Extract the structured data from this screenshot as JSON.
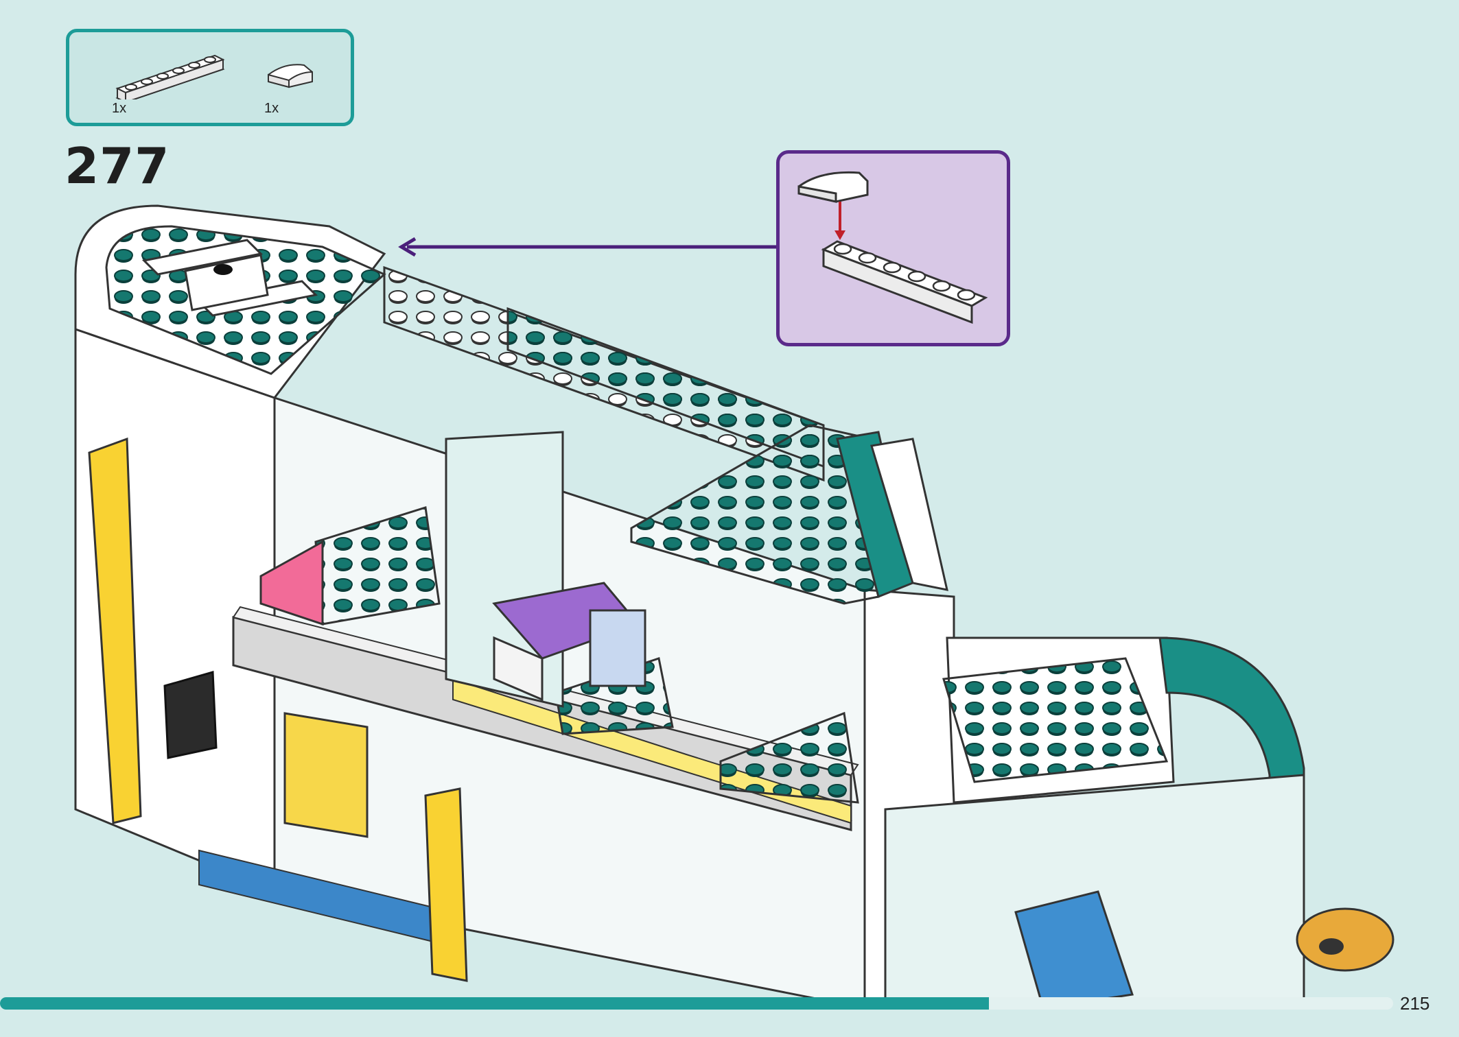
{
  "parts_list": {
    "items": [
      {
        "icon": "white-plate-1x6-icon",
        "quantity": "1x"
      },
      {
        "icon": "white-curved-slope-icon",
        "quantity": "1x"
      }
    ]
  },
  "step": {
    "number": "277"
  },
  "callout": {
    "icon": "sub-assembly-icon"
  },
  "progress": {
    "fraction": 0.71
  },
  "page": {
    "number": "215"
  },
  "colors": {
    "background": "#d4ebea",
    "accent_teal": "#1d9c98",
    "callout_purple": "#5a2a8a",
    "callout_fill": "#d8c8e6"
  }
}
